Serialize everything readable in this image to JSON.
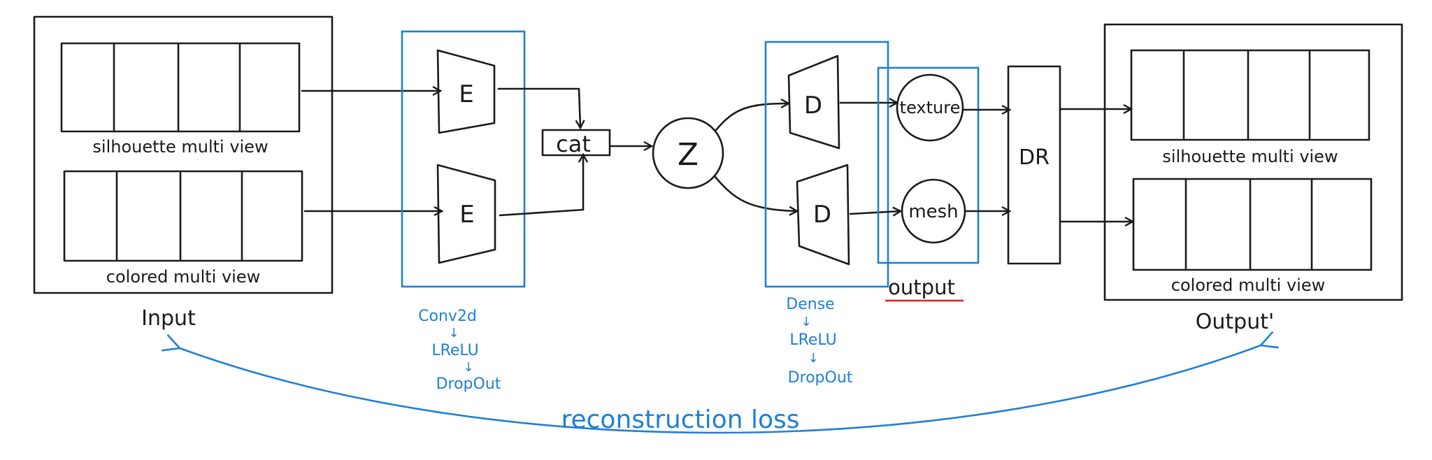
{
  "colors": {
    "ink": "#1a1a1a",
    "accent": "#1f7fd6",
    "underline": "#e02020"
  },
  "input": {
    "silhouette_label": "silhouette multi view",
    "colored_label": "colored multi view",
    "title": "Input"
  },
  "encoder": {
    "e_top": "E",
    "e_bottom": "E",
    "layers": [
      "Conv2d",
      "↓",
      "LReLU",
      "↓",
      "DropOut"
    ]
  },
  "fusion": {
    "cat": "cat",
    "z": "Z"
  },
  "decoder": {
    "d_top": "D",
    "d_bottom": "D",
    "layers": [
      "Dense",
      "↓",
      "LReLU",
      "↓",
      "DropOut"
    ]
  },
  "output": {
    "texture": "texture",
    "mesh": "mesh",
    "label": "output"
  },
  "renderer": {
    "label": "DR"
  },
  "output_prime": {
    "silhouette_label": "silhouette multi view",
    "colored_label": "colored multi view",
    "title": "Output'"
  },
  "loss": {
    "label": "reconstruction loss"
  }
}
